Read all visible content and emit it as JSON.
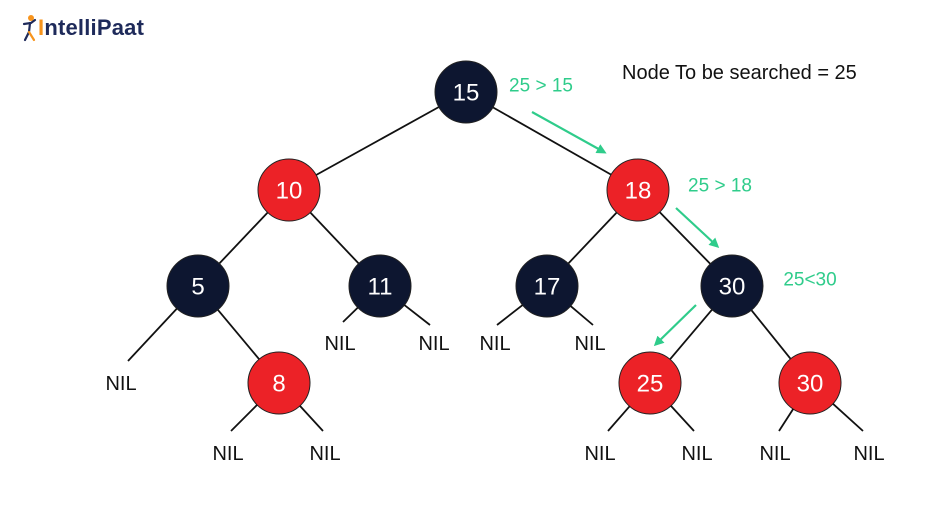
{
  "logo": {
    "name": "IntelliPaat",
    "first_letter": "I",
    "rest": "ntelliPaat"
  },
  "search_label": "Node To be searched = 25",
  "colors": {
    "black_node": "#0d1630",
    "red_node": "#ec2227",
    "arrow": "#2fcc8b",
    "edge": "#111111"
  },
  "nodes": [
    {
      "id": "n15",
      "label": "15",
      "color": "black"
    },
    {
      "id": "n10",
      "label": "10",
      "color": "red"
    },
    {
      "id": "n18",
      "label": "18",
      "color": "red"
    },
    {
      "id": "n5",
      "label": "5",
      "color": "black"
    },
    {
      "id": "n11",
      "label": "11",
      "color": "black"
    },
    {
      "id": "n17",
      "label": "17",
      "color": "black"
    },
    {
      "id": "n30a",
      "label": "30",
      "color": "black"
    },
    {
      "id": "n8",
      "label": "8",
      "color": "red"
    },
    {
      "id": "n25",
      "label": "25",
      "color": "red"
    },
    {
      "id": "n30b",
      "label": "30",
      "color": "red"
    }
  ],
  "nil_label": "NIL",
  "comparisons": [
    "25 > 15",
    "25 > 18",
    "25<30"
  ]
}
